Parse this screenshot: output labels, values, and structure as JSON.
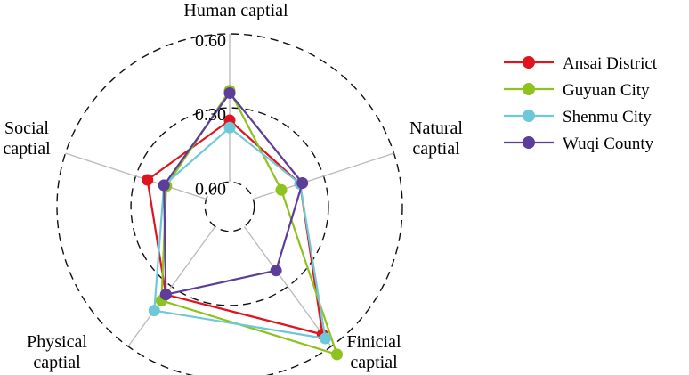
{
  "chart_data": {
    "type": "radar",
    "axes": [
      "Human captial",
      "Natural captial",
      "Finicial captial",
      "Physical captial",
      "Social captial"
    ],
    "axis_label_lines": [
      [
        "Human captial"
      ],
      [
        "Natural",
        "captial"
      ],
      [
        "Finicial",
        "captial"
      ],
      [
        "Physical",
        "captial"
      ],
      [
        "Social",
        "captial"
      ]
    ],
    "ticks": [
      {
        "value": 0.0,
        "label": "0.00"
      },
      {
        "value": 0.3,
        "label": "0.30"
      },
      {
        "value": 0.6,
        "label": "0.60"
      }
    ],
    "range": [
      -0.1,
      0.6
    ],
    "legend_position": "right",
    "series": [
      {
        "name": "Ansai District",
        "color": "#e0141e",
        "values": [
          0.25,
          0.2,
          0.54,
          0.34,
          0.25
        ]
      },
      {
        "name": "Guyuan City",
        "color": "#8dc21f",
        "values": [
          0.37,
          0.12,
          0.64,
          0.37,
          0.17
        ]
      },
      {
        "name": "Shenmu City",
        "color": "#6dc9d8",
        "values": [
          0.22,
          0.2,
          0.56,
          0.42,
          0.18
        ]
      },
      {
        "name": "Wuqi County",
        "color": "#5c3d9a",
        "values": [
          0.36,
          0.21,
          0.22,
          0.34,
          0.18
        ]
      }
    ]
  }
}
